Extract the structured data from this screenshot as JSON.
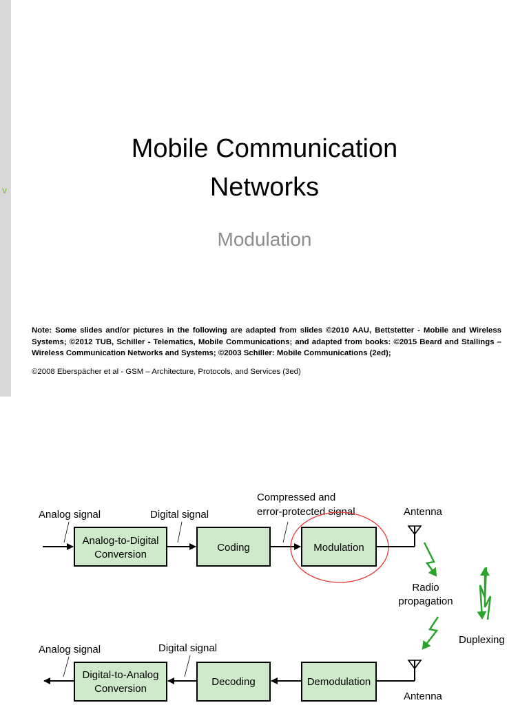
{
  "slide": {
    "marker": "v",
    "title_line1": "Mobile Communication",
    "title_line2": "Networks",
    "subtitle": "Modulation",
    "note_label": "Note:",
    "note_text": " Some slides and/or pictures in the following are adapted from slides ©2010 AAU, Bettstetter - Mobile and Wireless Systems; ©2012 TUB, Schiller - Telematics, Mobile Communications; and adapted from books: ©2015 Beard and Stallings – Wireless Communication Networks and Systems; ©2003 Schiller: Mobile Communications (2ed);",
    "note_text_2": "©2008 Eberspächer et al - GSM – Architecture, Protocols, and Services (3ed)"
  },
  "diagram": {
    "colors": {
      "box_fill": "#cfeacb",
      "box_stroke": "#000000",
      "highlight": "#e53935",
      "radio": "#2aa32a"
    },
    "top_row": {
      "input_label": "Analog signal",
      "adc": [
        "Analog-to-Digital",
        "Conversion"
      ],
      "digital_label": "Digital signal",
      "coding": "Coding",
      "compressed_label": [
        "Compressed and",
        "error-protected signal"
      ],
      "modulation": "Modulation",
      "antenna": "Antenna"
    },
    "middle": {
      "radio": [
        "Radio",
        "propagation"
      ],
      "duplexing": "Duplexing"
    },
    "bottom_row": {
      "output_label": "Analog signal",
      "dac": [
        "Digital-to-Analog",
        "Conversion"
      ],
      "digital_label": "Digital signal",
      "decoding": "Decoding",
      "demodulation": "Demodulation",
      "antenna": "Antenna"
    }
  }
}
